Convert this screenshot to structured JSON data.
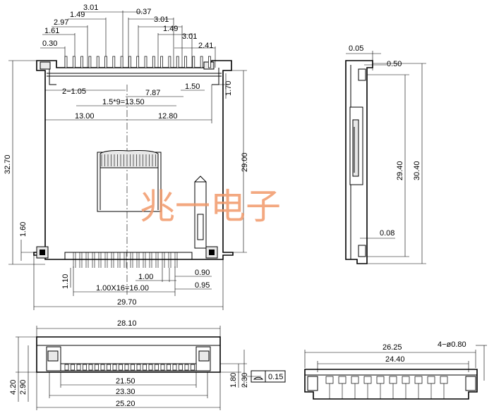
{
  "watermark": "兆一电子",
  "top_view": {
    "dims_top": [
      "3.01",
      "0.37",
      "1.49",
      "3.01",
      "2.97",
      "1.49",
      "1.61",
      "3.01",
      "0.30",
      "2.41"
    ],
    "dim_2_105": "2−1.05",
    "dim_150": "1.50",
    "dim_787": "7.87",
    "dim_pitch": "1.5*9=13.50",
    "dim_1300": "13.00",
    "dim_1280": "12.80",
    "dim_3270": "32.70",
    "dim_2900": "29.00",
    "dim_170": "1.70",
    "dim_160": "1.60",
    "dim_110": "1.10",
    "dim_100": "1.00",
    "dim_090": "0.90",
    "dim_095": "0.95",
    "dim_1600": "1.00X16=16.00",
    "dim_2970": "29.70"
  },
  "side_view": {
    "dim_005": "0.05",
    "dim_050": "0.50",
    "dim_2940": "29.40",
    "dim_3040": "30.40",
    "dim_008": "0.08"
  },
  "front_view": {
    "dim_2810": "28.10",
    "dim_2150": "21.50",
    "dim_2330": "23.30",
    "dim_2520": "25.20",
    "dim_420": "4.20",
    "dim_290": "2.90",
    "dim_180": "1.80",
    "dim_230": "2.30",
    "flatness_value": "0.15"
  },
  "bottom_view": {
    "dim_2625": "26.25",
    "dim_2440": "24.40",
    "dim_holes": "4−ø0.80"
  }
}
